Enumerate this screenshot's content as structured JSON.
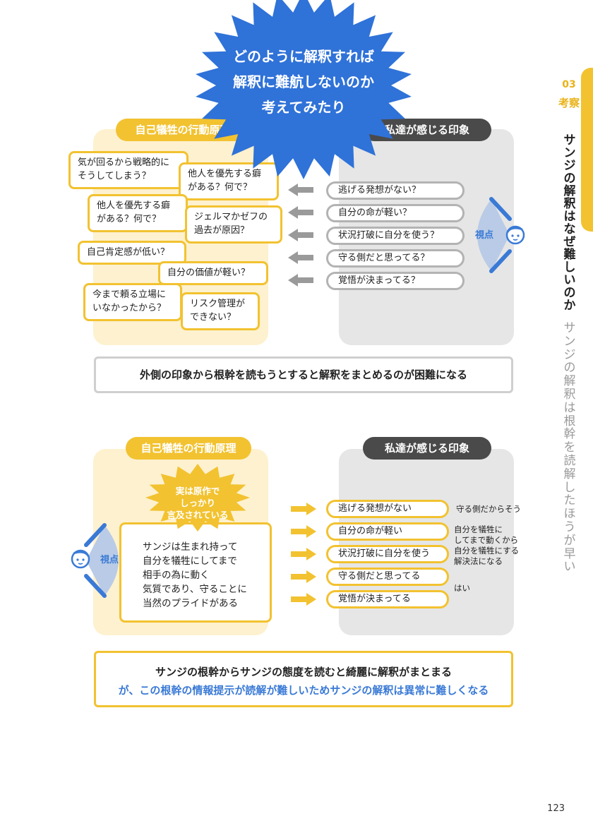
{
  "colors": {
    "accent_yellow": "#f2c230",
    "accent_blue": "#3a7ad6",
    "burst_blue": "#2f72d8",
    "dark": "#4a4a4a"
  },
  "side": {
    "chapter_num": "03",
    "chapter_word": "考察",
    "title": "サンジの解釈はなぜ難しいのか",
    "subtitle": "サンジの解釈は根幹を読解したほうが早い"
  },
  "burst": {
    "line1": "どのように解釈すれば",
    "line2": "解釈に難航しないのか",
    "line3": "考えてみたり"
  },
  "section1": {
    "left_header": "自己犠牲の行動原理",
    "right_header": "私達が感じる印象",
    "reasons": [
      {
        "l1": "気が回るから戦略的に",
        "l2": "そうしてしまう？"
      },
      {
        "l1": "他人を優先する癖",
        "l2": "がある？何で？"
      },
      {
        "l1": "他人を優先する癖",
        "l2": "がある？何で？"
      },
      {
        "l1": "ジェルマかゼフの",
        "l2": "過去が原因？"
      },
      {
        "l1": "自己肯定感が低い？",
        "l2": ""
      },
      {
        "l1": "自分の価値が軽い？",
        "l2": ""
      },
      {
        "l1": "今まで頼る立場に",
        "l2": "いなかったから？"
      },
      {
        "l1": "リスク管理が",
        "l2": "できない？"
      }
    ],
    "impressions": [
      "逃げる発想がない？",
      "自分の命が軽い？",
      "状況打破に自分を使う？",
      "守る側だと思ってる？",
      "覚悟が決まってる？"
    ],
    "viewpoint": "視点",
    "conclusion": "外側の印象から根幹を読もうとすると解釈をまとめるのが困難になる"
  },
  "section2": {
    "left_header": "自己犠牲の行動原理",
    "right_header": "私達が感じる印象",
    "burst_l1": "実は原作で",
    "burst_l2": "しっかり",
    "burst_l3": "言及されている",
    "root_lines": [
      "サンジは生まれ持って",
      "自分を犠牲にしてまで",
      "相手の為に動く",
      "気質であり、守ることに",
      "当然のプライドがある"
    ],
    "viewpoint": "視点",
    "impressions": [
      "逃げる発想がない",
      "自分の命が軽い",
      "状況打破に自分を使う",
      "守る側だと思ってる",
      "覚悟が決まってる"
    ],
    "notes": {
      "n1": "守る側だからそう",
      "n2_l1": "自分を犠牲に",
      "n2_l2": "してまで動くから",
      "n2_l3": "自分を犠牲にする",
      "n2_l4": "解決法になる",
      "n3": "はい"
    },
    "conclusion_l1": "サンジの根幹からサンジの態度を読むと綺麗に解釈がまとまる",
    "conclusion_l2": "が、この根幹の情報提示が読解が難しいためサンジの解釈は異常に難しくなる"
  },
  "page_number": "123"
}
